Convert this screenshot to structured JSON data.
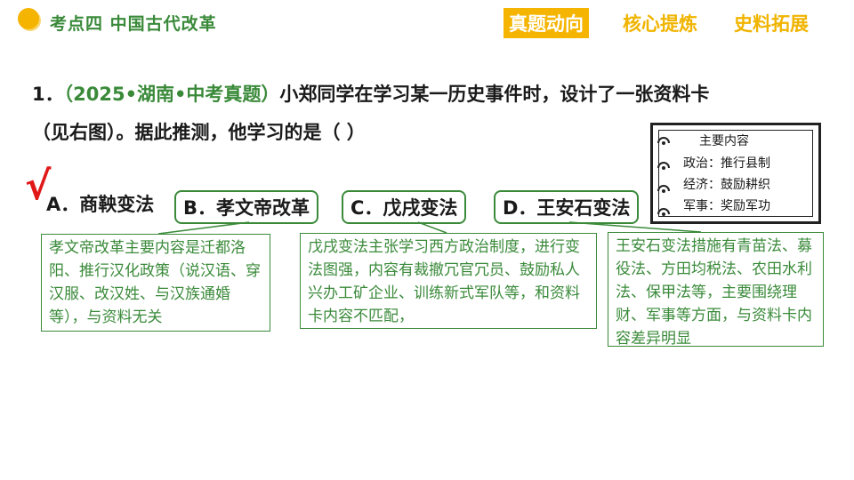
{
  "header": {
    "topic": "考点四  中国古代改革",
    "nav": [
      "真题动向",
      "核心提炼",
      "史料拓展"
    ],
    "active_index": 0
  },
  "question": {
    "number": "1．",
    "source": "（2025•湖南•中考真题）",
    "line1_rest": "小郑同学在学习某一历史事件时，设计了一张资料卡",
    "line2": "（见右图）。据此推测，他学习的是（    ）"
  },
  "card": {
    "title": "主要内容",
    "rows": [
      "政治：推行县制",
      "经济：鼓励耕织",
      "军事：奖励军功"
    ]
  },
  "options": {
    "A": "A．商鞅变法",
    "B": "B．孝文帝改革",
    "C": "C．戊戌变法",
    "D": "D．王安石变法"
  },
  "answer_mark": "√",
  "explanations": {
    "B": "孝文帝改革主要内容是迁都洛阳、推行汉化政策（说汉语、穿汉服、改汉姓、与汉族通婚等），与资料无关",
    "C": "戊戌变法主张学习西方政治制度，进行变法图强，内容有裁撤冗官冗员、鼓励私人兴办工矿企业、训练新式军队等，和资料卡内容不匹配，",
    "D": "王安石变法措施有青苗法、募役法、方田均税法、农田水利法、保甲法等，主要围绕理财、军事等方面，与资料卡内容差异明显"
  },
  "colors": {
    "accent_yellow": "#f5b400",
    "green": "#3a8a3a",
    "red": "#e01818"
  }
}
